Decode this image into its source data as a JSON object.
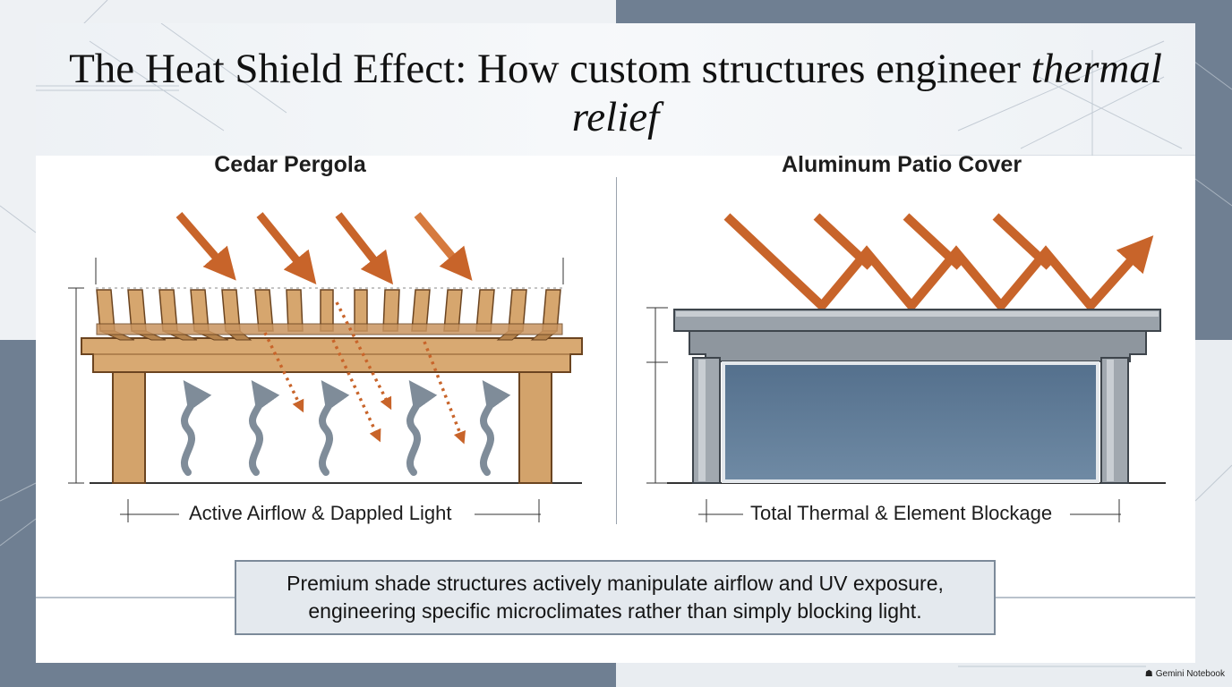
{
  "title": {
    "main": "The Heat Shield Effect: How custom structures engineer ",
    "highlight": "thermal relief"
  },
  "left_panel": {
    "title": "Cedar Pergola",
    "caption": "Active Airflow & Dappled Light"
  },
  "right_panel": {
    "title": "Aluminum Patio Cover",
    "caption": "Total Thermal & Element Blockage"
  },
  "summary": {
    "line1": "Premium shade structures actively manipulate airflow and UV exposure,",
    "line2": "engineering specific microclimates rather than simply blocking light."
  },
  "watermark": {
    "text": "Gemini Notebook",
    "icon": "gemini-notebook-icon"
  },
  "colors": {
    "sun_arrow": "#c8642a",
    "airflow_arrow": "#7f8c99",
    "wood": "#d3a36b",
    "wood_dark": "#8a5a2c",
    "metal": "#8b9299",
    "glass": "#5f7a94",
    "bg_slate": "#6f7f92"
  }
}
